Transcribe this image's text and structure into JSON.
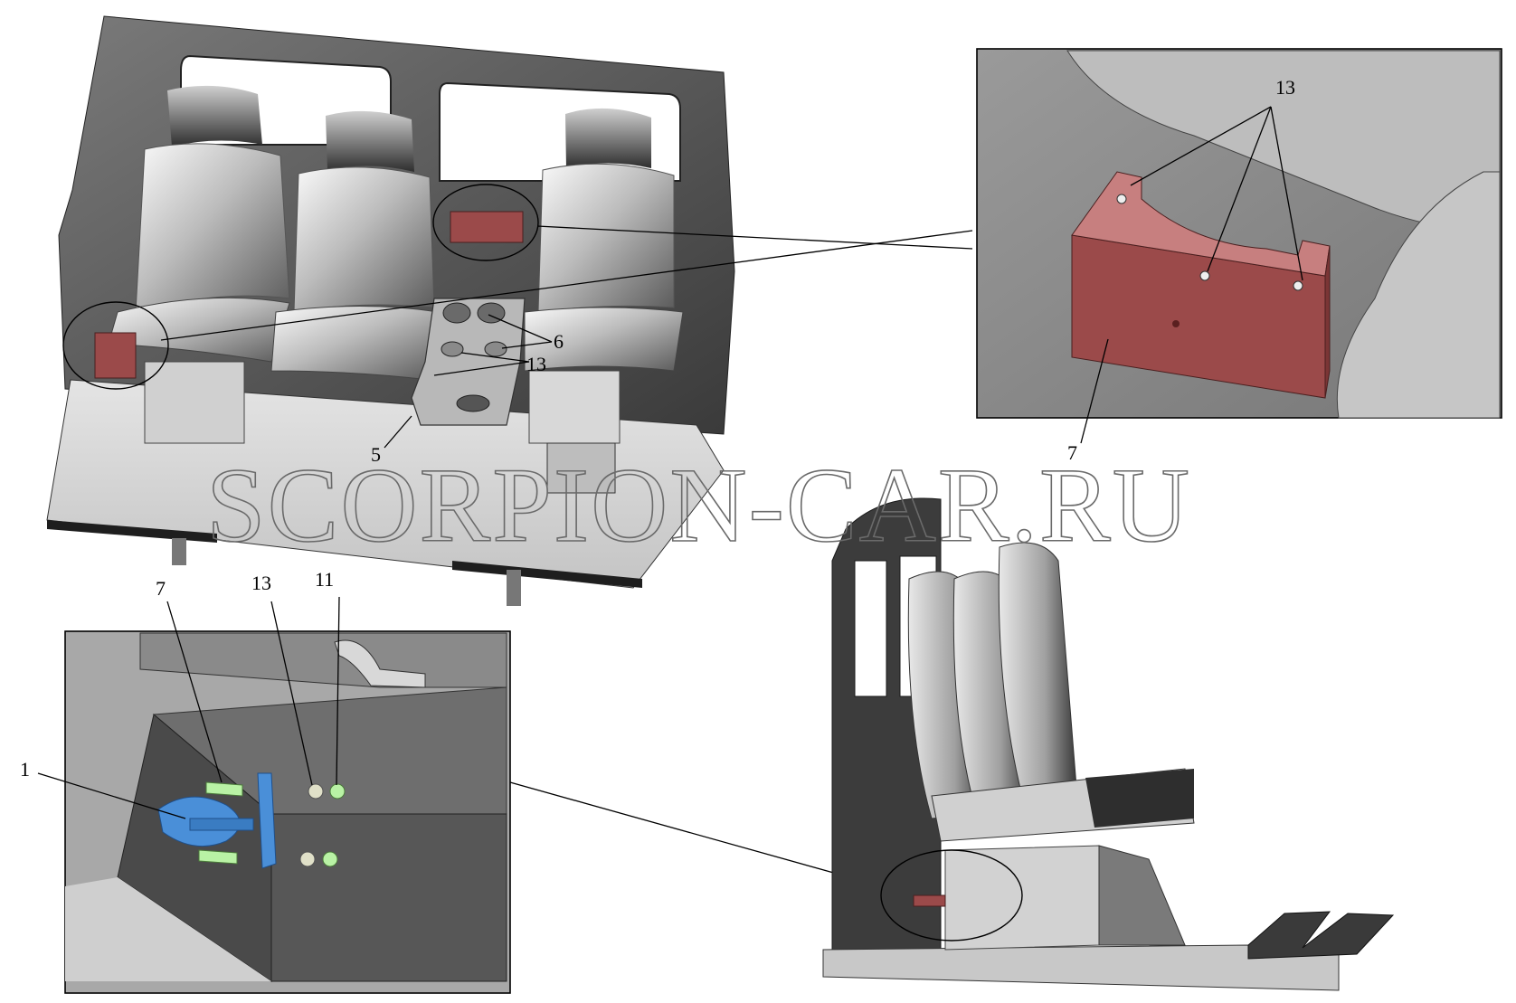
{
  "watermark": "SCORPION-CAR.RU",
  "callouts": {
    "top_seats": {
      "part_5": "5",
      "part_6": "6",
      "part_13": "13"
    },
    "inset_top_right": {
      "part_13": "13",
      "part_7": "7"
    },
    "inset_bottom_left": {
      "part_1": "1",
      "part_7": "7",
      "part_13": "13",
      "part_11": "11"
    }
  },
  "colors": {
    "red_part": "#9b4a4a",
    "blue_part": "#4a8fd8",
    "green_bolt": "#b9f2a5",
    "body_dark": "#3c3c3c",
    "body_mid": "#6e6e6e",
    "panel_bg": "#8a8a8a"
  }
}
